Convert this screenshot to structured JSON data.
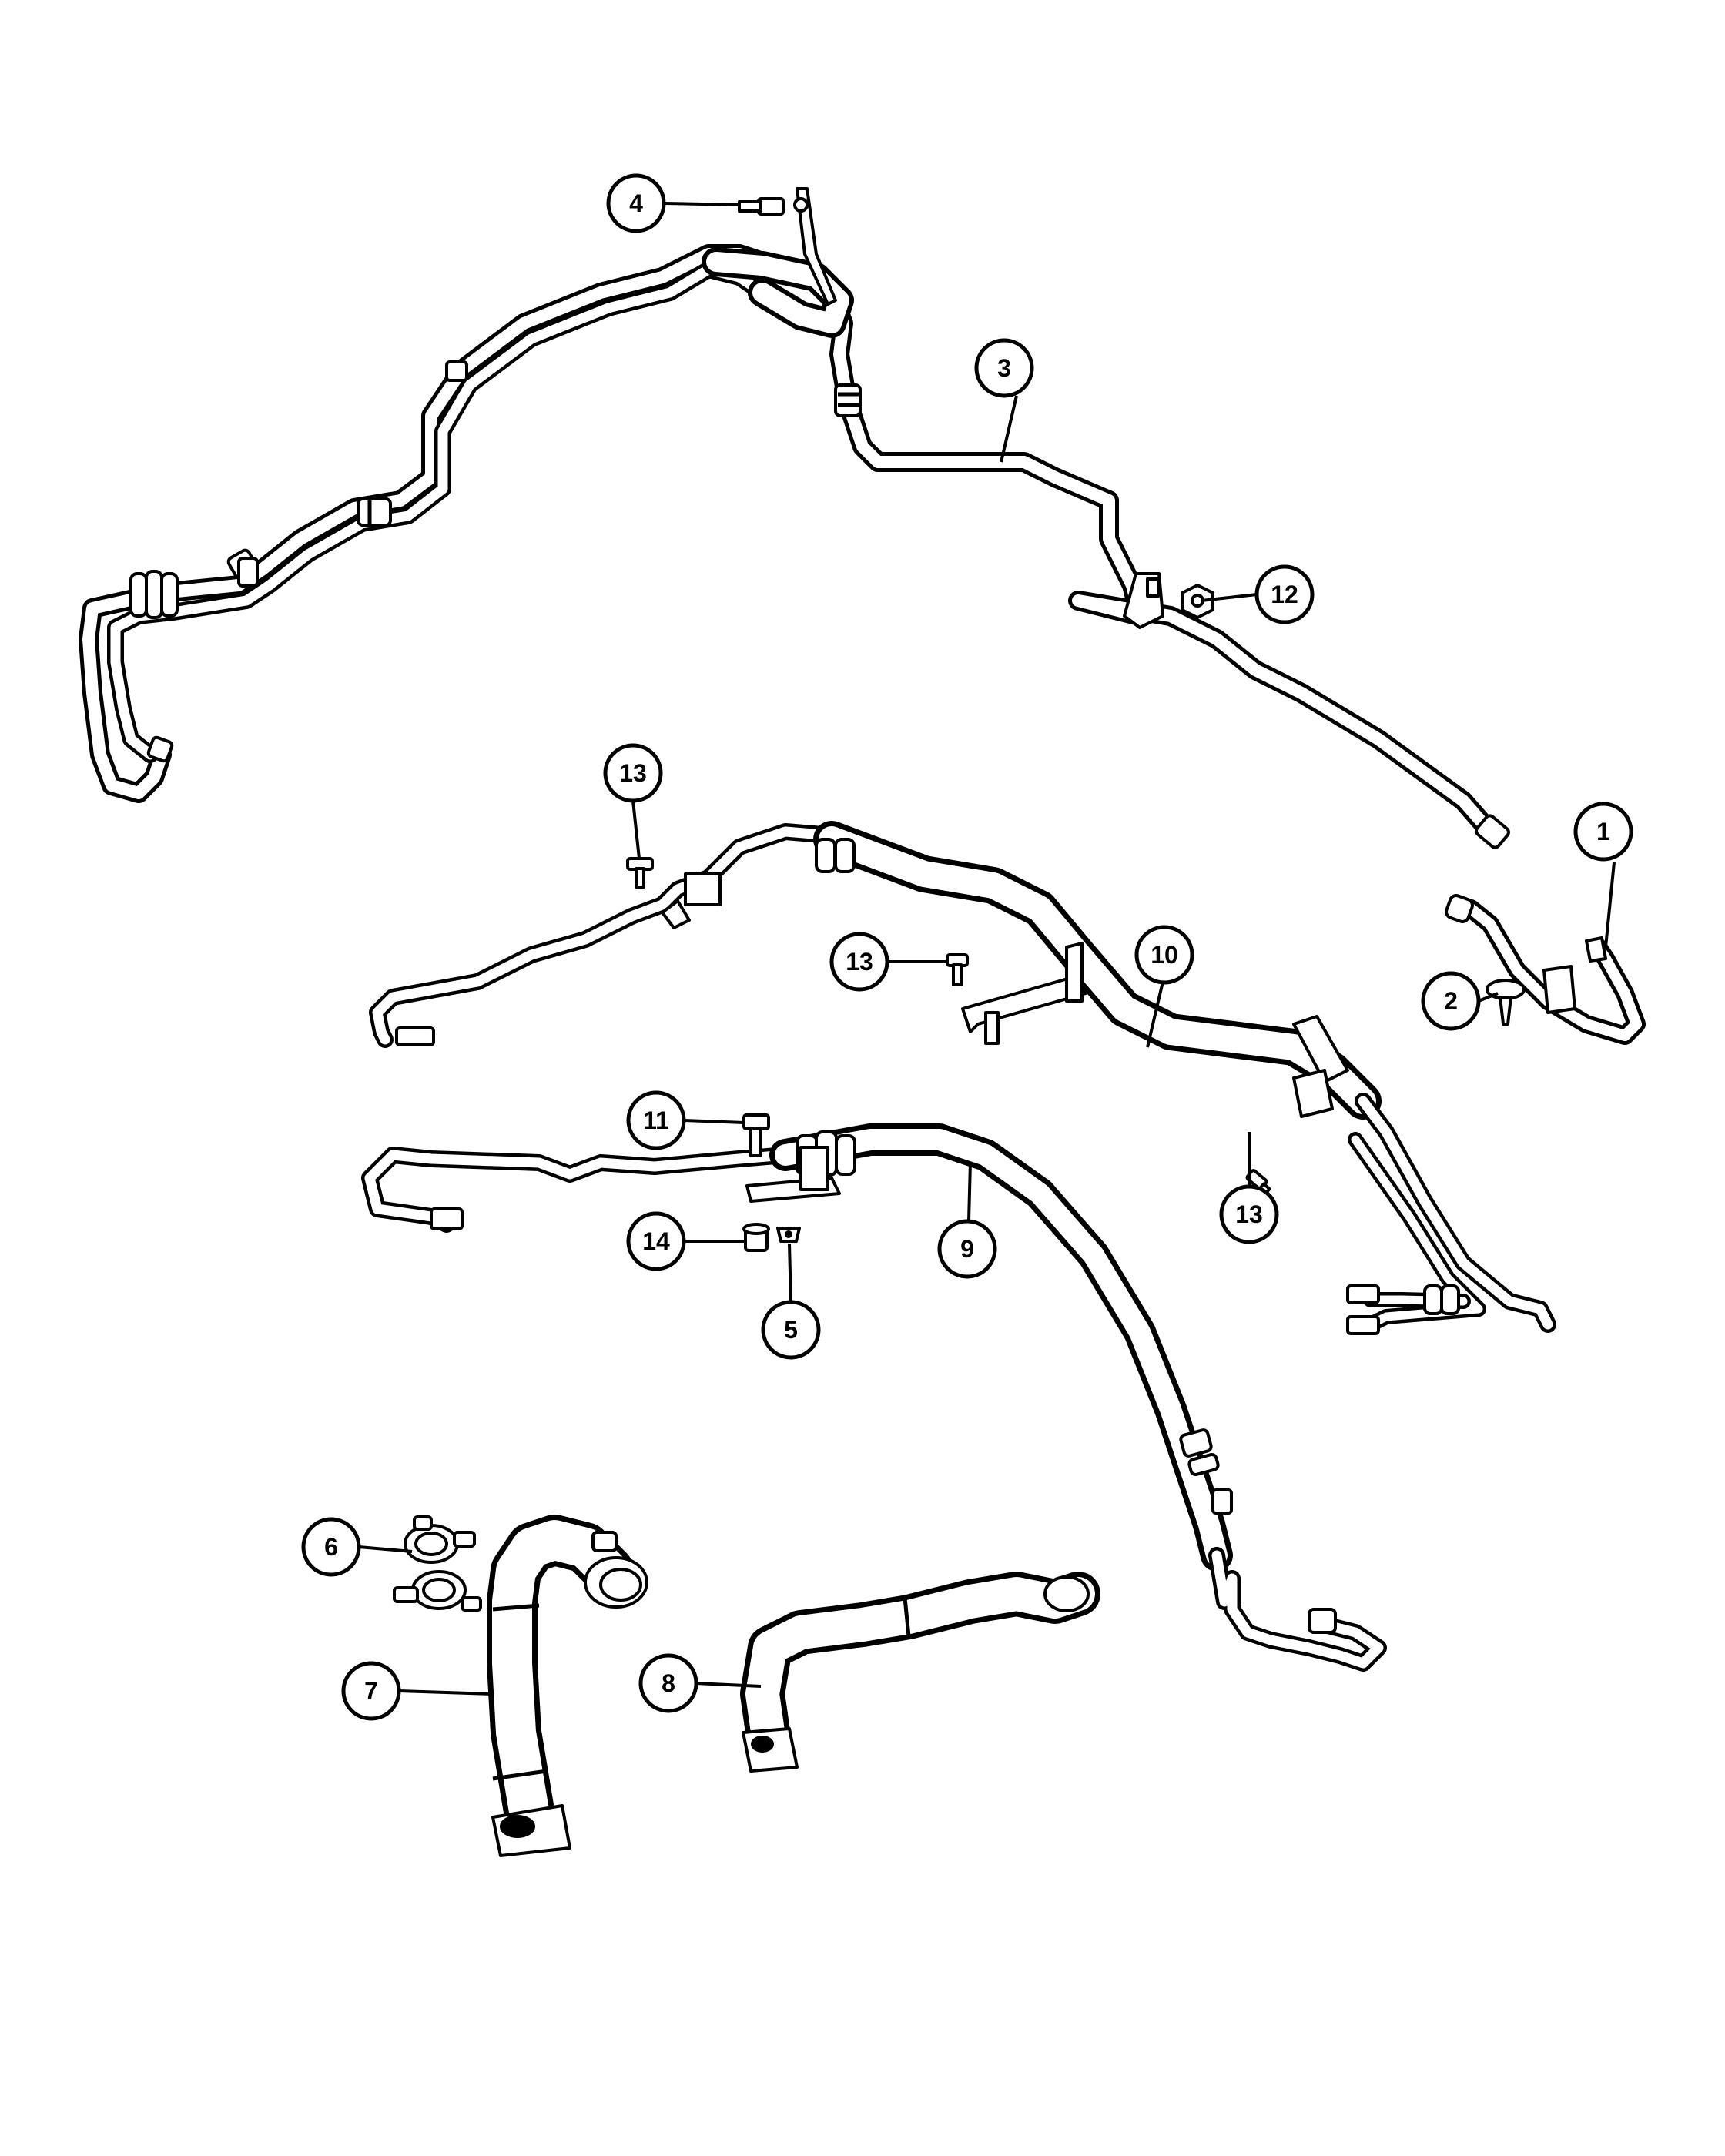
{
  "callouts": [
    {
      "id": "c1",
      "label": "1"
    },
    {
      "id": "c2",
      "label": "2"
    },
    {
      "id": "c3",
      "label": "3"
    },
    {
      "id": "c4",
      "label": "4"
    },
    {
      "id": "c5",
      "label": "5"
    },
    {
      "id": "c6",
      "label": "6"
    },
    {
      "id": "c7",
      "label": "7"
    },
    {
      "id": "c8",
      "label": "8"
    },
    {
      "id": "c9",
      "label": "9"
    },
    {
      "id": "c10",
      "label": "10"
    },
    {
      "id": "c11",
      "label": "11"
    },
    {
      "id": "c12",
      "label": "12"
    },
    {
      "id": "c13a",
      "label": "13"
    },
    {
      "id": "c13b",
      "label": "13"
    },
    {
      "id": "c13c",
      "label": "13"
    },
    {
      "id": "c14",
      "label": "14"
    }
  ],
  "colors": {
    "line": "#000000",
    "background": "#ffffff"
  }
}
